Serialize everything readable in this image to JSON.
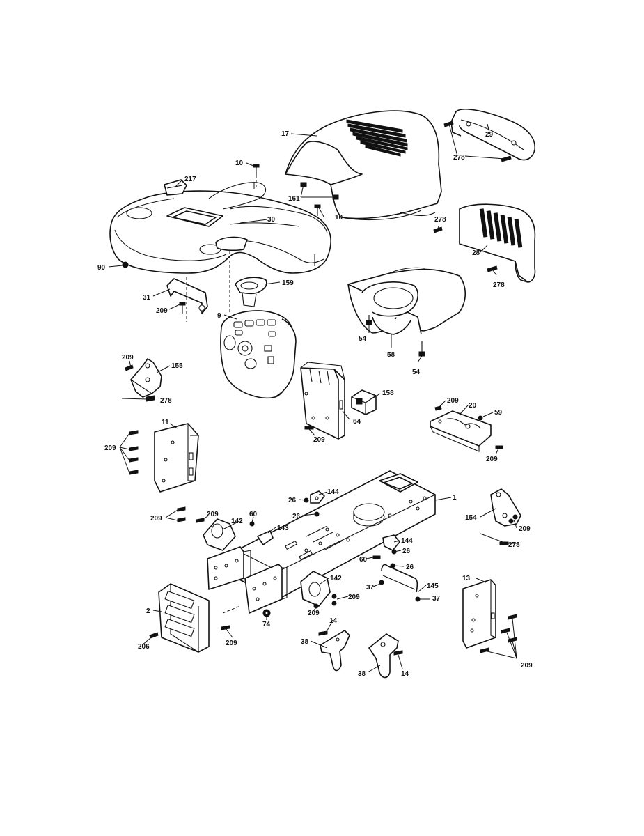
{
  "callouts": [
    {
      "id": "c17a",
      "text": "17"
    },
    {
      "id": "c29",
      "text": "29"
    },
    {
      "id": "c278a",
      "text": "278"
    },
    {
      "id": "c10a",
      "text": "10"
    },
    {
      "id": "c217",
      "text": "217"
    },
    {
      "id": "c161",
      "text": "161"
    },
    {
      "id": "c10b",
      "text": "10"
    },
    {
      "id": "c278b",
      "text": "278"
    },
    {
      "id": "c30",
      "text": "30"
    },
    {
      "id": "c28",
      "text": "28"
    },
    {
      "id": "c90",
      "text": "90"
    },
    {
      "id": "c278c",
      "text": "278"
    },
    {
      "id": "c159",
      "text": "159"
    },
    {
      "id": "c31",
      "text": "31"
    },
    {
      "id": "c209a",
      "text": "209"
    },
    {
      "id": "c9",
      "text": "9"
    },
    {
      "id": "c54a",
      "text": "54"
    },
    {
      "id": "c58",
      "text": "58"
    },
    {
      "id": "c54b",
      "text": "54"
    },
    {
      "id": "c209b",
      "text": "209"
    },
    {
      "id": "c155",
      "text": "155"
    },
    {
      "id": "c278d",
      "text": "278"
    },
    {
      "id": "c158",
      "text": "158"
    },
    {
      "id": "c209c",
      "text": "209"
    },
    {
      "id": "c20",
      "text": "20"
    },
    {
      "id": "c59",
      "text": "59"
    },
    {
      "id": "c11",
      "text": "11"
    },
    {
      "id": "c209d",
      "text": "209"
    },
    {
      "id": "c64",
      "text": "64"
    },
    {
      "id": "c209e",
      "text": "209"
    },
    {
      "id": "c209f",
      "text": "209"
    },
    {
      "id": "c144a",
      "text": "144"
    },
    {
      "id": "c1",
      "text": "1"
    },
    {
      "id": "c26a",
      "text": "26"
    },
    {
      "id": "c26b",
      "text": "26"
    },
    {
      "id": "c60a",
      "text": "60"
    },
    {
      "id": "c209g",
      "text": "209"
    },
    {
      "id": "c209h",
      "text": "209"
    },
    {
      "id": "c142a",
      "text": "142"
    },
    {
      "id": "c143",
      "text": "143"
    },
    {
      "id": "c154",
      "text": "154"
    },
    {
      "id": "c209i",
      "text": "209"
    },
    {
      "id": "c278e",
      "text": "278"
    },
    {
      "id": "c144b",
      "text": "144"
    },
    {
      "id": "c26c",
      "text": "26"
    },
    {
      "id": "c60b",
      "text": "60"
    },
    {
      "id": "c26d",
      "text": "26"
    },
    {
      "id": "c142b",
      "text": "142"
    },
    {
      "id": "c37a",
      "text": "37"
    },
    {
      "id": "c145",
      "text": "145"
    },
    {
      "id": "c37b",
      "text": "37"
    },
    {
      "id": "c13",
      "text": "13"
    },
    {
      "id": "c209j",
      "text": "209"
    },
    {
      "id": "c209k",
      "text": "209"
    },
    {
      "id": "c2",
      "text": "2"
    },
    {
      "id": "c74",
      "text": "74"
    },
    {
      "id": "c14a",
      "text": "14"
    },
    {
      "id": "c38a",
      "text": "38"
    },
    {
      "id": "c206",
      "text": "206"
    },
    {
      "id": "c209l",
      "text": "209"
    },
    {
      "id": "c38b",
      "text": "38"
    },
    {
      "id": "c14b",
      "text": "14"
    },
    {
      "id": "c209m",
      "text": "209"
    }
  ]
}
